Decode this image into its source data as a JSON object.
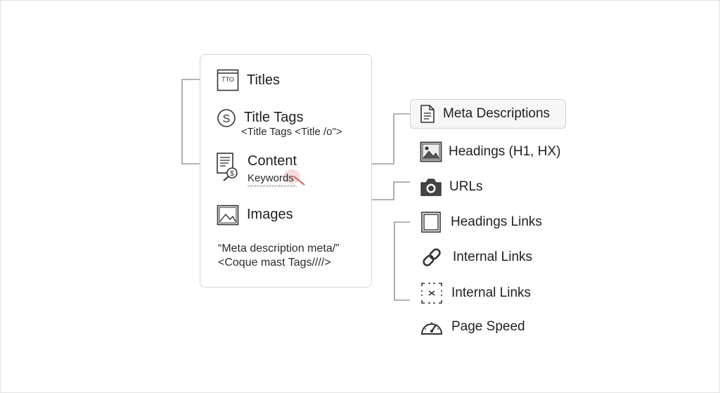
{
  "panel": {
    "items": [
      {
        "label": "Titles",
        "icon": "title-box-icon"
      },
      {
        "label": "Title Tags",
        "sub": "<Title Tags <Title /o\">",
        "icon": "dollar-circle-icon"
      },
      {
        "label": "Content",
        "sub": "Keywords",
        "icon": "document-search-icon"
      },
      {
        "label": "Images",
        "icon": "image-icon"
      }
    ],
    "quote_line1": "“Meta description meta/”",
    "quote_line2": "<Coque mast Tags////>"
  },
  "right": {
    "items": [
      {
        "label": "Meta Descriptions",
        "icon": "document-icon",
        "highlighted": true
      },
      {
        "label": "Headings (H1, HX)",
        "icon": "image-icon"
      },
      {
        "label": "URLs",
        "icon": "camera-icon"
      },
      {
        "label": "Headings Links",
        "icon": "frame-icon"
      },
      {
        "label": "Internal Links",
        "icon": "chain-link-icon"
      },
      {
        "label": "Internal Links",
        "icon": "network-icon"
      },
      {
        "label": "Page Speed",
        "icon": "speedometer-icon"
      }
    ]
  },
  "colors": {
    "line": "#9a9a9a",
    "border": "#d3d3d3",
    "highlight_bg": "#f6f6f6",
    "mark": "#e06e6e"
  }
}
